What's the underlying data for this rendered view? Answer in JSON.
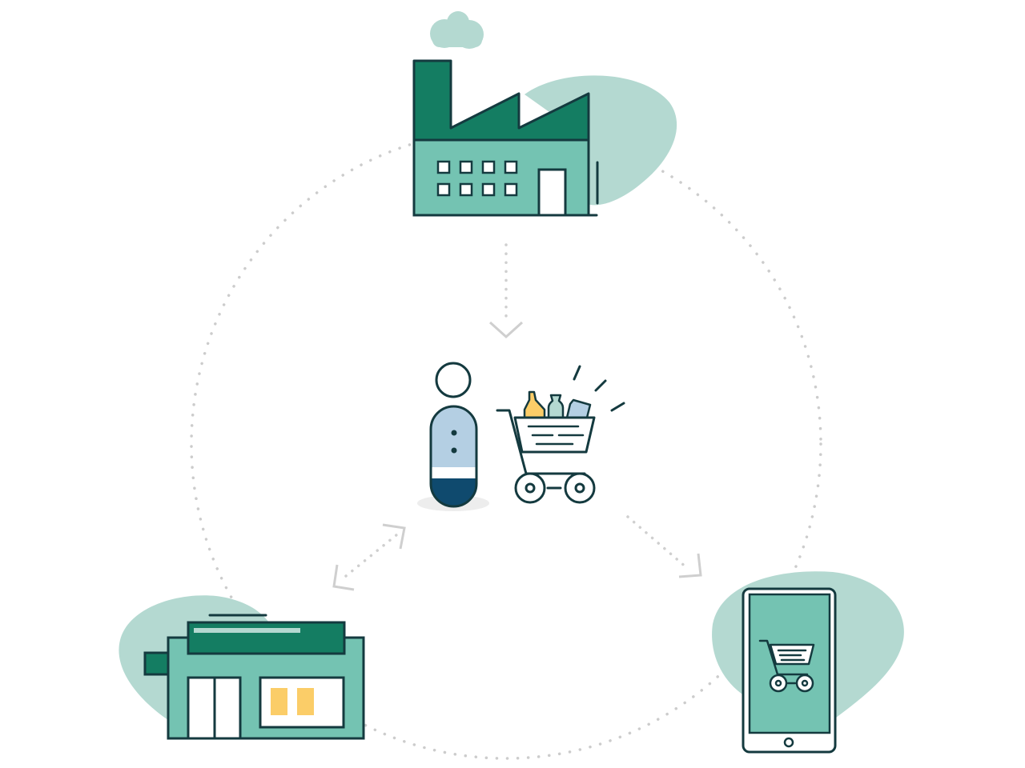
{
  "diagram": {
    "nodes": [
      {
        "id": "factory",
        "icon": "factory-icon"
      },
      {
        "id": "shopper",
        "icon": "shopper-icon"
      },
      {
        "id": "cart",
        "icon": "shopping-cart-icon"
      },
      {
        "id": "store",
        "icon": "store-icon"
      },
      {
        "id": "phone",
        "icon": "smartphone-icon"
      },
      {
        "id": "phone_cart",
        "icon": "phone-cart-icon"
      }
    ],
    "connections": [
      {
        "from": "factory",
        "to": "shopper",
        "style": "dotted",
        "arrow": "end"
      },
      {
        "from": "store",
        "to": "shopper",
        "style": "dotted",
        "arrow": "both"
      },
      {
        "from": "shopper",
        "to": "phone",
        "style": "dotted",
        "arrow": "end"
      }
    ],
    "ring": {
      "style": "dotted"
    }
  },
  "colors": {
    "dark_green": "#147d62",
    "mid_green": "#74c3b2",
    "light_green": "#b4d9d1",
    "outline": "#143a3f",
    "person_blue": "#b4cfe3",
    "person_navy": "#0f4a6e",
    "accent_yellow": "#fbcd68",
    "dots": "#cccccc",
    "arrows": "#cfcfcf"
  }
}
